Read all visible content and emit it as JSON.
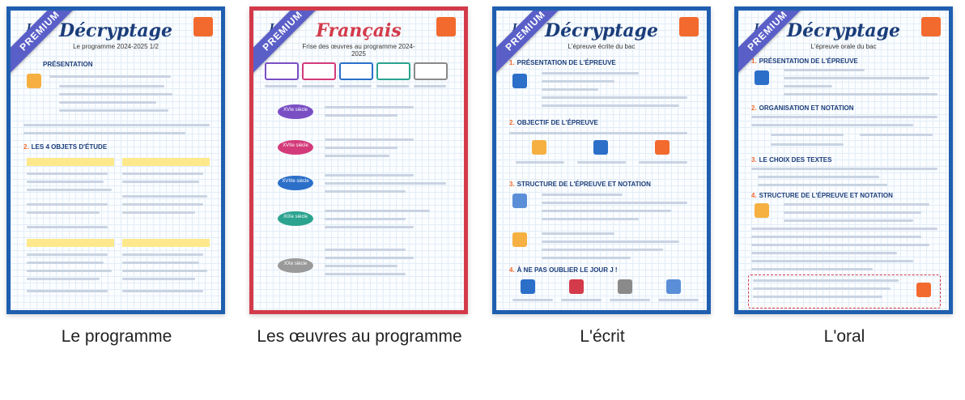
{
  "cards": [
    {
      "badge": "PREMIUM",
      "logo": "Les",
      "title": "Décryptage",
      "subtitle": "Le programme 2024-2025 1/2",
      "caption": "Le programme"
    },
    {
      "badge": "PREMIUM",
      "logo": "Les",
      "title": "Français",
      "subtitle": "Frise des œuvres au programme 2024-2025",
      "caption": "Les œuvres au programme"
    },
    {
      "badge": "PREMIUM",
      "logo": "Les",
      "title": "Décryptage",
      "subtitle": "L'épreuve écrite du bac",
      "caption": "L'écrit"
    },
    {
      "badge": "PREMIUM",
      "logo": "Les",
      "title": "Décryptage",
      "subtitle": "L'épreuve orale du bac",
      "caption": "L'oral"
    }
  ],
  "card1": {
    "sections": [
      "PRÉSENTATION",
      "LES 4 OBJETS D'ÉTUDE"
    ],
    "sec2_num": "2."
  },
  "card2": {
    "centuries": [
      "XVIe siècle",
      "XVIIe siècle",
      "XVIIIe siècle",
      "XIXe siècle",
      "XXe siècle"
    ]
  },
  "card3": {
    "sections": [
      "PRÉSENTATION DE L'ÉPREUVE",
      "OBJECTIF DE L'ÉPREUVE",
      "STRUCTURE DE L'ÉPREUVE ET NOTATION",
      "À NE PAS OUBLIER LE JOUR J !"
    ],
    "nums": [
      "1.",
      "2.",
      "3.",
      "4."
    ]
  },
  "card4": {
    "sections": [
      "PRÉSENTATION DE L'ÉPREUVE",
      "ORGANISATION ET NOTATION",
      "LE CHOIX DES TEXTES",
      "STRUCTURE DE L'ÉPREUVE ET NOTATION"
    ],
    "nums": [
      "1.",
      "2.",
      "3.",
      "4."
    ]
  },
  "colors": {
    "border_blue": "#1f5fb0",
    "border_red": "#d33a4a",
    "ribbon": "#5a5fc8",
    "accent_orange": "#f26a2e"
  }
}
